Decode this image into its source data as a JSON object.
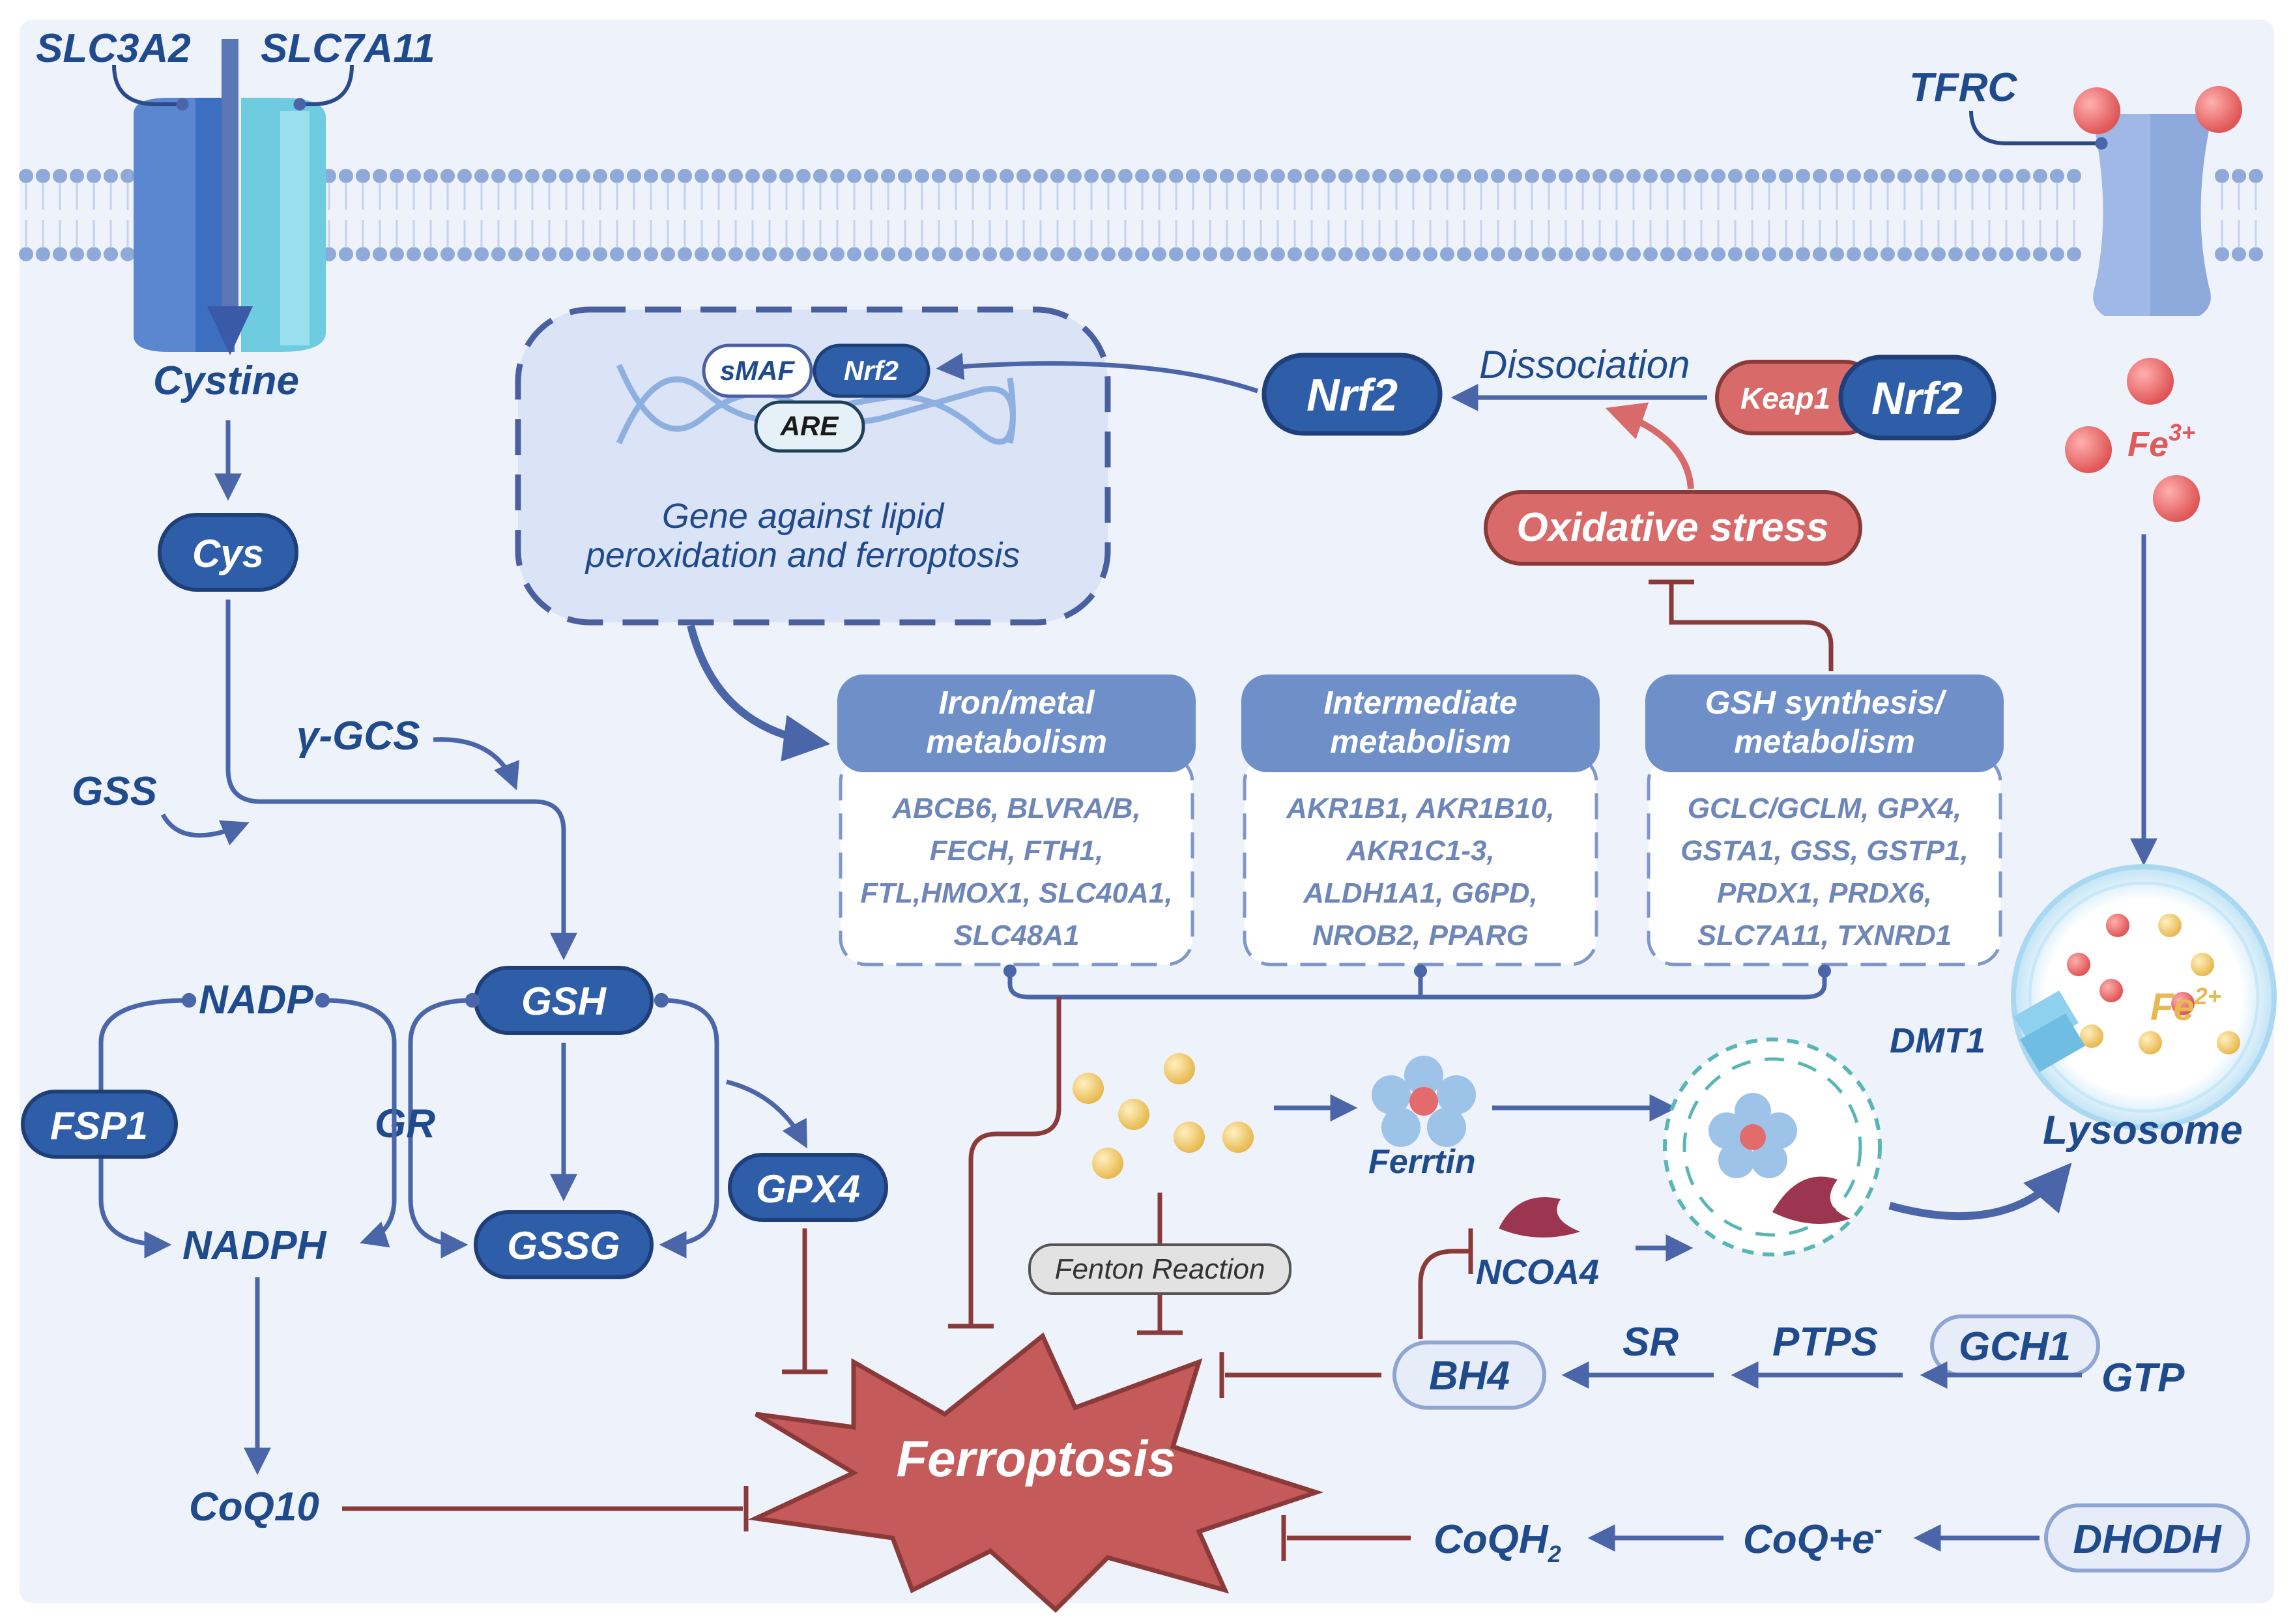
{
  "membrane": {
    "transporter_left": "SLC3A2",
    "transporter_right": "SLC7A11",
    "receptor": "TFRC"
  },
  "left_pathway": {
    "cystine": "Cystine",
    "cys": "Cys",
    "gamma_gcs": "γ-GCS",
    "gss": "GSS",
    "gsh": "GSH",
    "gssg": "GSSG",
    "nadp": "NADP",
    "nadph": "NADPH",
    "gr": "GR",
    "fsp1": "FSP1",
    "gpx4": "GPX4",
    "coq10": "CoQ10"
  },
  "nucleus": {
    "smaf": "sMAF",
    "nrf2_bound": "Nrf2",
    "are": "ARE",
    "caption_line1": "Gene against lipid",
    "caption_line2": "peroxidation and ferroptosis"
  },
  "nrf2_axis": {
    "nrf2_free": "Nrf2",
    "dissociation": "Dissociation",
    "keap1": "Keap1",
    "nrf2_complex": "Nrf2",
    "oxidative_stress": "Oxidative stress"
  },
  "categories": [
    {
      "title_line1": "Iron/metal",
      "title_line2": "metabolism",
      "genes": [
        "ABCB6, BLVRA/B,",
        "FECH, FTH1,",
        "FTL,HMOX1, SLC40A1,",
        "SLC48A1"
      ]
    },
    {
      "title_line1": "Intermediate",
      "title_line2": "metabolism",
      "genes": [
        "AKR1B1, AKR1B10,",
        "AKR1C1-3,",
        "ALDH1A1, G6PD,",
        "NROB2, PPARG"
      ]
    },
    {
      "title_line1": "GSH synthesis/",
      "title_line2": "metabolism",
      "genes": [
        "GCLC/GCLM, GPX4,",
        "GSTA1, GSS, GSTP1,",
        "PRDX1, PRDX6,",
        "SLC7A11, TXNRD1"
      ]
    }
  ],
  "iron": {
    "fe3_base": "Fe",
    "fe3_sup": "3+",
    "fe2_base": "Fe",
    "fe2_sup": "2+",
    "lysosome": "Lysosome",
    "dmt1": "DMT1",
    "ferritin": "Ferrtin",
    "fenton": "Fenton Reaction",
    "ncoa4": "NCOA4"
  },
  "center": {
    "ferroptosis": "Ferroptosis"
  },
  "bh4_pathway": {
    "bh4": "BH4",
    "sr": "SR",
    "ptps": "PTPS",
    "gch1": "GCH1",
    "gtp": "GTP"
  },
  "dhodh_pathway": {
    "coqh2_base": "CoQH",
    "coqh2_sub": "2",
    "coq_base": "CoQ+e",
    "coq_sup": "-",
    "dhodh": "DHODH"
  },
  "colors": {
    "dark_blue": "#1f4a8c",
    "node_blue": "#2f5ea8",
    "category_blue": "#6f8fc9",
    "inhibition_red": "#8b3a3a",
    "stress_red": "#d96a6a",
    "ferroptosis_red": "#c45a5a",
    "iron_red": "#e36b6b",
    "iron_yellow": "#f3cf7a",
    "membrane_blue": "#8fa9d8",
    "background": "#eef2fb"
  }
}
